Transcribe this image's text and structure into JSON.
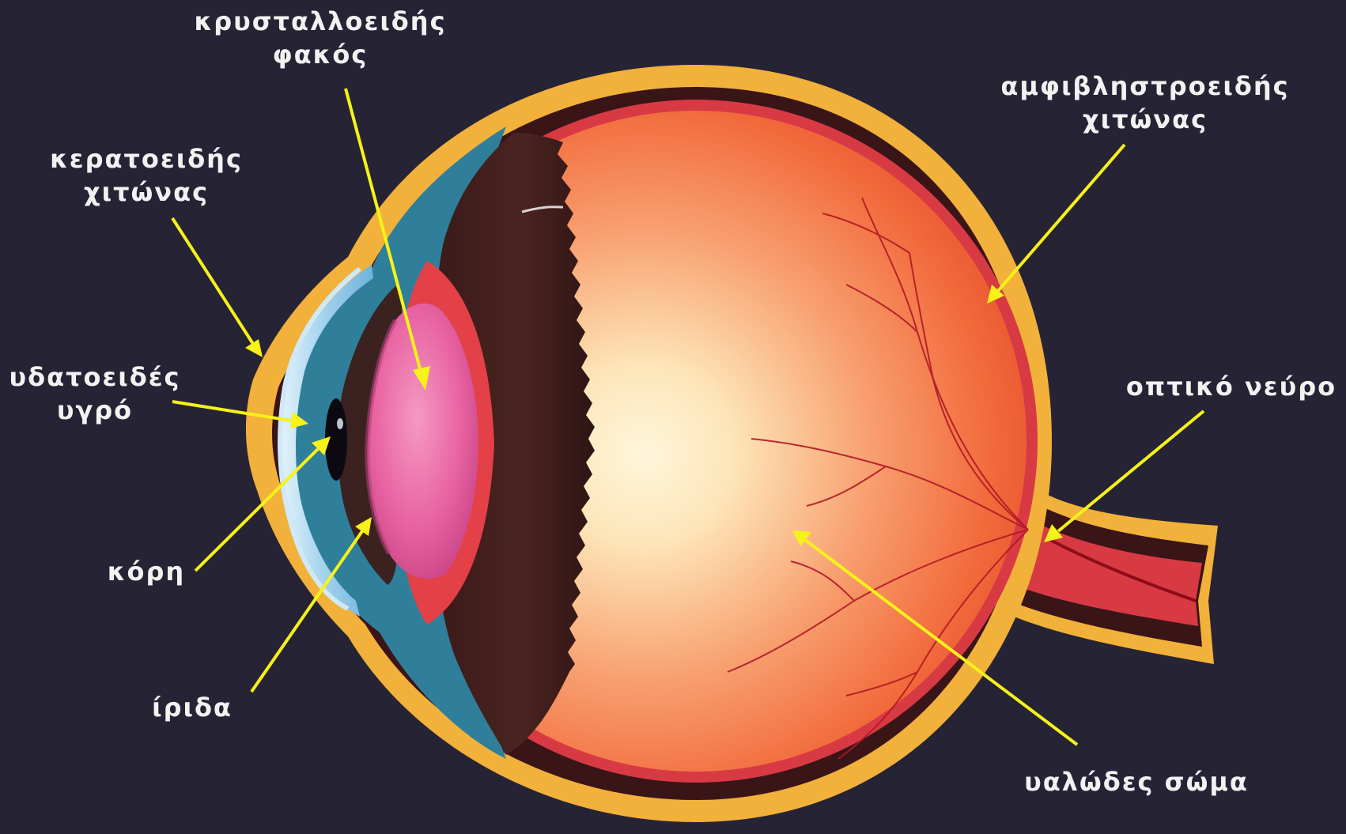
{
  "colors": {
    "background": "#262334",
    "sclera_outer": "#f2b13a",
    "choroid": "#3a1518",
    "retina": "#d83a44",
    "vitreous": "#f4773c",
    "aqueous": "#2f7f9a",
    "cornea": "#a9d7ef",
    "iris": "#3b2220",
    "lens": "#e35c97",
    "ciliary": "#e44048",
    "arrow": "#f6f21a"
  },
  "labels": {
    "lens": [
      "κρυσταλλοειδής",
      "φακός"
    ],
    "cornea": [
      "κερατοειδής",
      "χιτώνας"
    ],
    "aqueous": [
      "υδατοειδές",
      "υγρό"
    ],
    "pupil": [
      "κόρη"
    ],
    "iris": [
      "ίριδα"
    ],
    "retina": [
      "αμφιβληστροειδής",
      "χιτώνας"
    ],
    "optic_nerve": [
      "οπτικό νεύρο"
    ],
    "vitreous": [
      "υαλώδες σώμα"
    ]
  }
}
